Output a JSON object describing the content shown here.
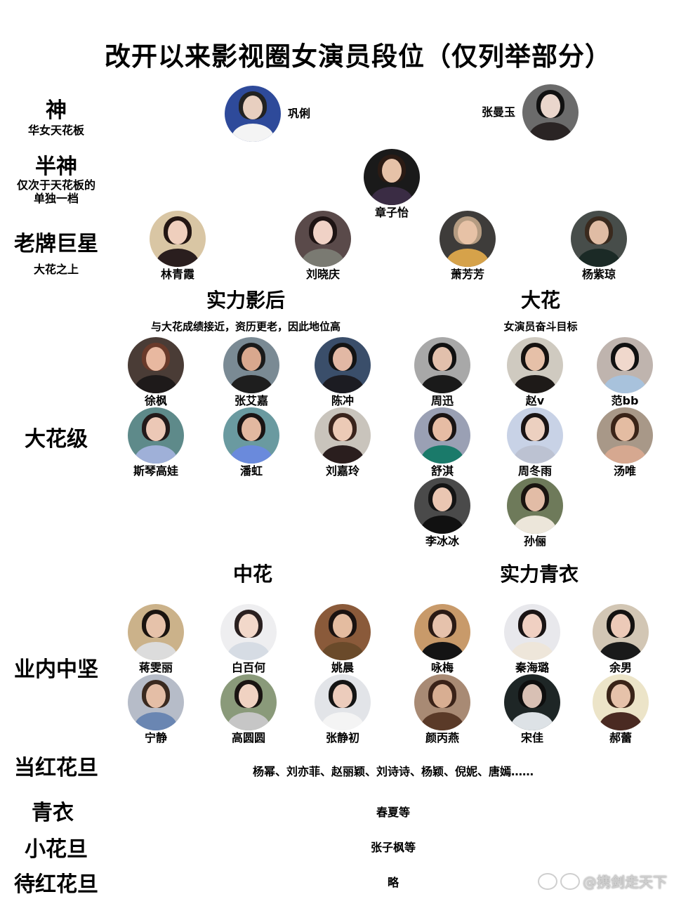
{
  "title": "改开以来影视圈女演员段位（仅列举部分）",
  "tiers": {
    "shen": {
      "label": "神",
      "sub": "华女天花板"
    },
    "banshen": {
      "label": "半神",
      "sub1": "仅次于天花板的",
      "sub2": "单独一档"
    },
    "laopai": {
      "label": "老牌巨星",
      "sub": "大花之上"
    },
    "dahuaji": {
      "label": "大花级"
    },
    "yenei": {
      "label": "业内中坚"
    },
    "danghong": {
      "label": "当红花旦",
      "list": "杨幂、刘亦菲、赵丽颖、刘诗诗、杨颖、倪妮、唐嫣……"
    },
    "qingyi": {
      "label": "青衣",
      "list": "春夏等"
    },
    "xiaohuadan": {
      "label": "小花旦",
      "list": "张子枫等"
    },
    "daihong": {
      "label": "待红花旦",
      "list": "略"
    }
  },
  "sections": {
    "shili_yinghou": {
      "title": "实力影后",
      "sub": "与大花成绩接近，资历更老，因此地位高"
    },
    "dahua": {
      "title": "大花",
      "sub": "女演员奋斗目标"
    },
    "zhonghua": {
      "title": "中花"
    },
    "shili_qingyi": {
      "title": "实力青衣"
    }
  },
  "people": {
    "shen": [
      "巩俐",
      "张曼玉"
    ],
    "banshen": [
      "章子怡"
    ],
    "laopai": [
      "林青霞",
      "刘晓庆",
      "萧芳芳",
      "杨紫琼"
    ],
    "shili_yinghou": [
      "徐枫",
      "张艾嘉",
      "陈冲",
      "斯琴高娃",
      "潘虹",
      "刘嘉玲"
    ],
    "dahua": [
      "周迅",
      "赵v",
      "范bb",
      "舒淇",
      "周冬雨",
      "汤唯",
      "李冰冰",
      "孙俪"
    ],
    "zhonghua": [
      "蒋雯丽",
      "白百何",
      "姚晨",
      "宁静",
      "高圆圆",
      "张静初"
    ],
    "shili_qingyi": [
      "咏梅",
      "秦海璐",
      "余男",
      "颜丙燕",
      "宋佳",
      "郝蕾"
    ]
  },
  "watermark": "@携剑走天下",
  "colors": {
    "text": "#000000",
    "background": "#ffffff",
    "watermark": "#cfcfcf"
  }
}
